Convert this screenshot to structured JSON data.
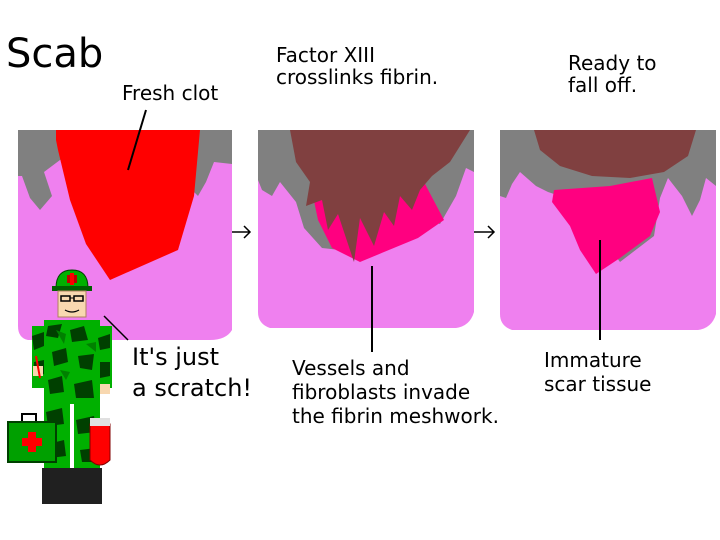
{
  "title": "Scab",
  "labels": {
    "fresh_clot": "Fresh clot",
    "factor_xiii": "Factor XIII\ncrosslinks fibrin.",
    "ready": "Ready to\nfall off.",
    "speech": "It's just\na scratch!",
    "vessels": "Vessels and\nfibroblasts invade\nthe fibrin meshwork.",
    "immature": "Immature\nscar tissue"
  },
  "colors": {
    "skin": "#ef80ef",
    "epidermis": "#808080",
    "clot": "#ff0000",
    "scab": "#804040",
    "new_tissue": "#ff0080",
    "camo_green": "#00b000",
    "camo_dark": "#004000",
    "kit_green": "#00a000"
  },
  "icons": [
    "arrow-right-icon",
    "arrow-right-icon",
    "first-aid-kit-icon",
    "blood-bag-icon"
  ]
}
